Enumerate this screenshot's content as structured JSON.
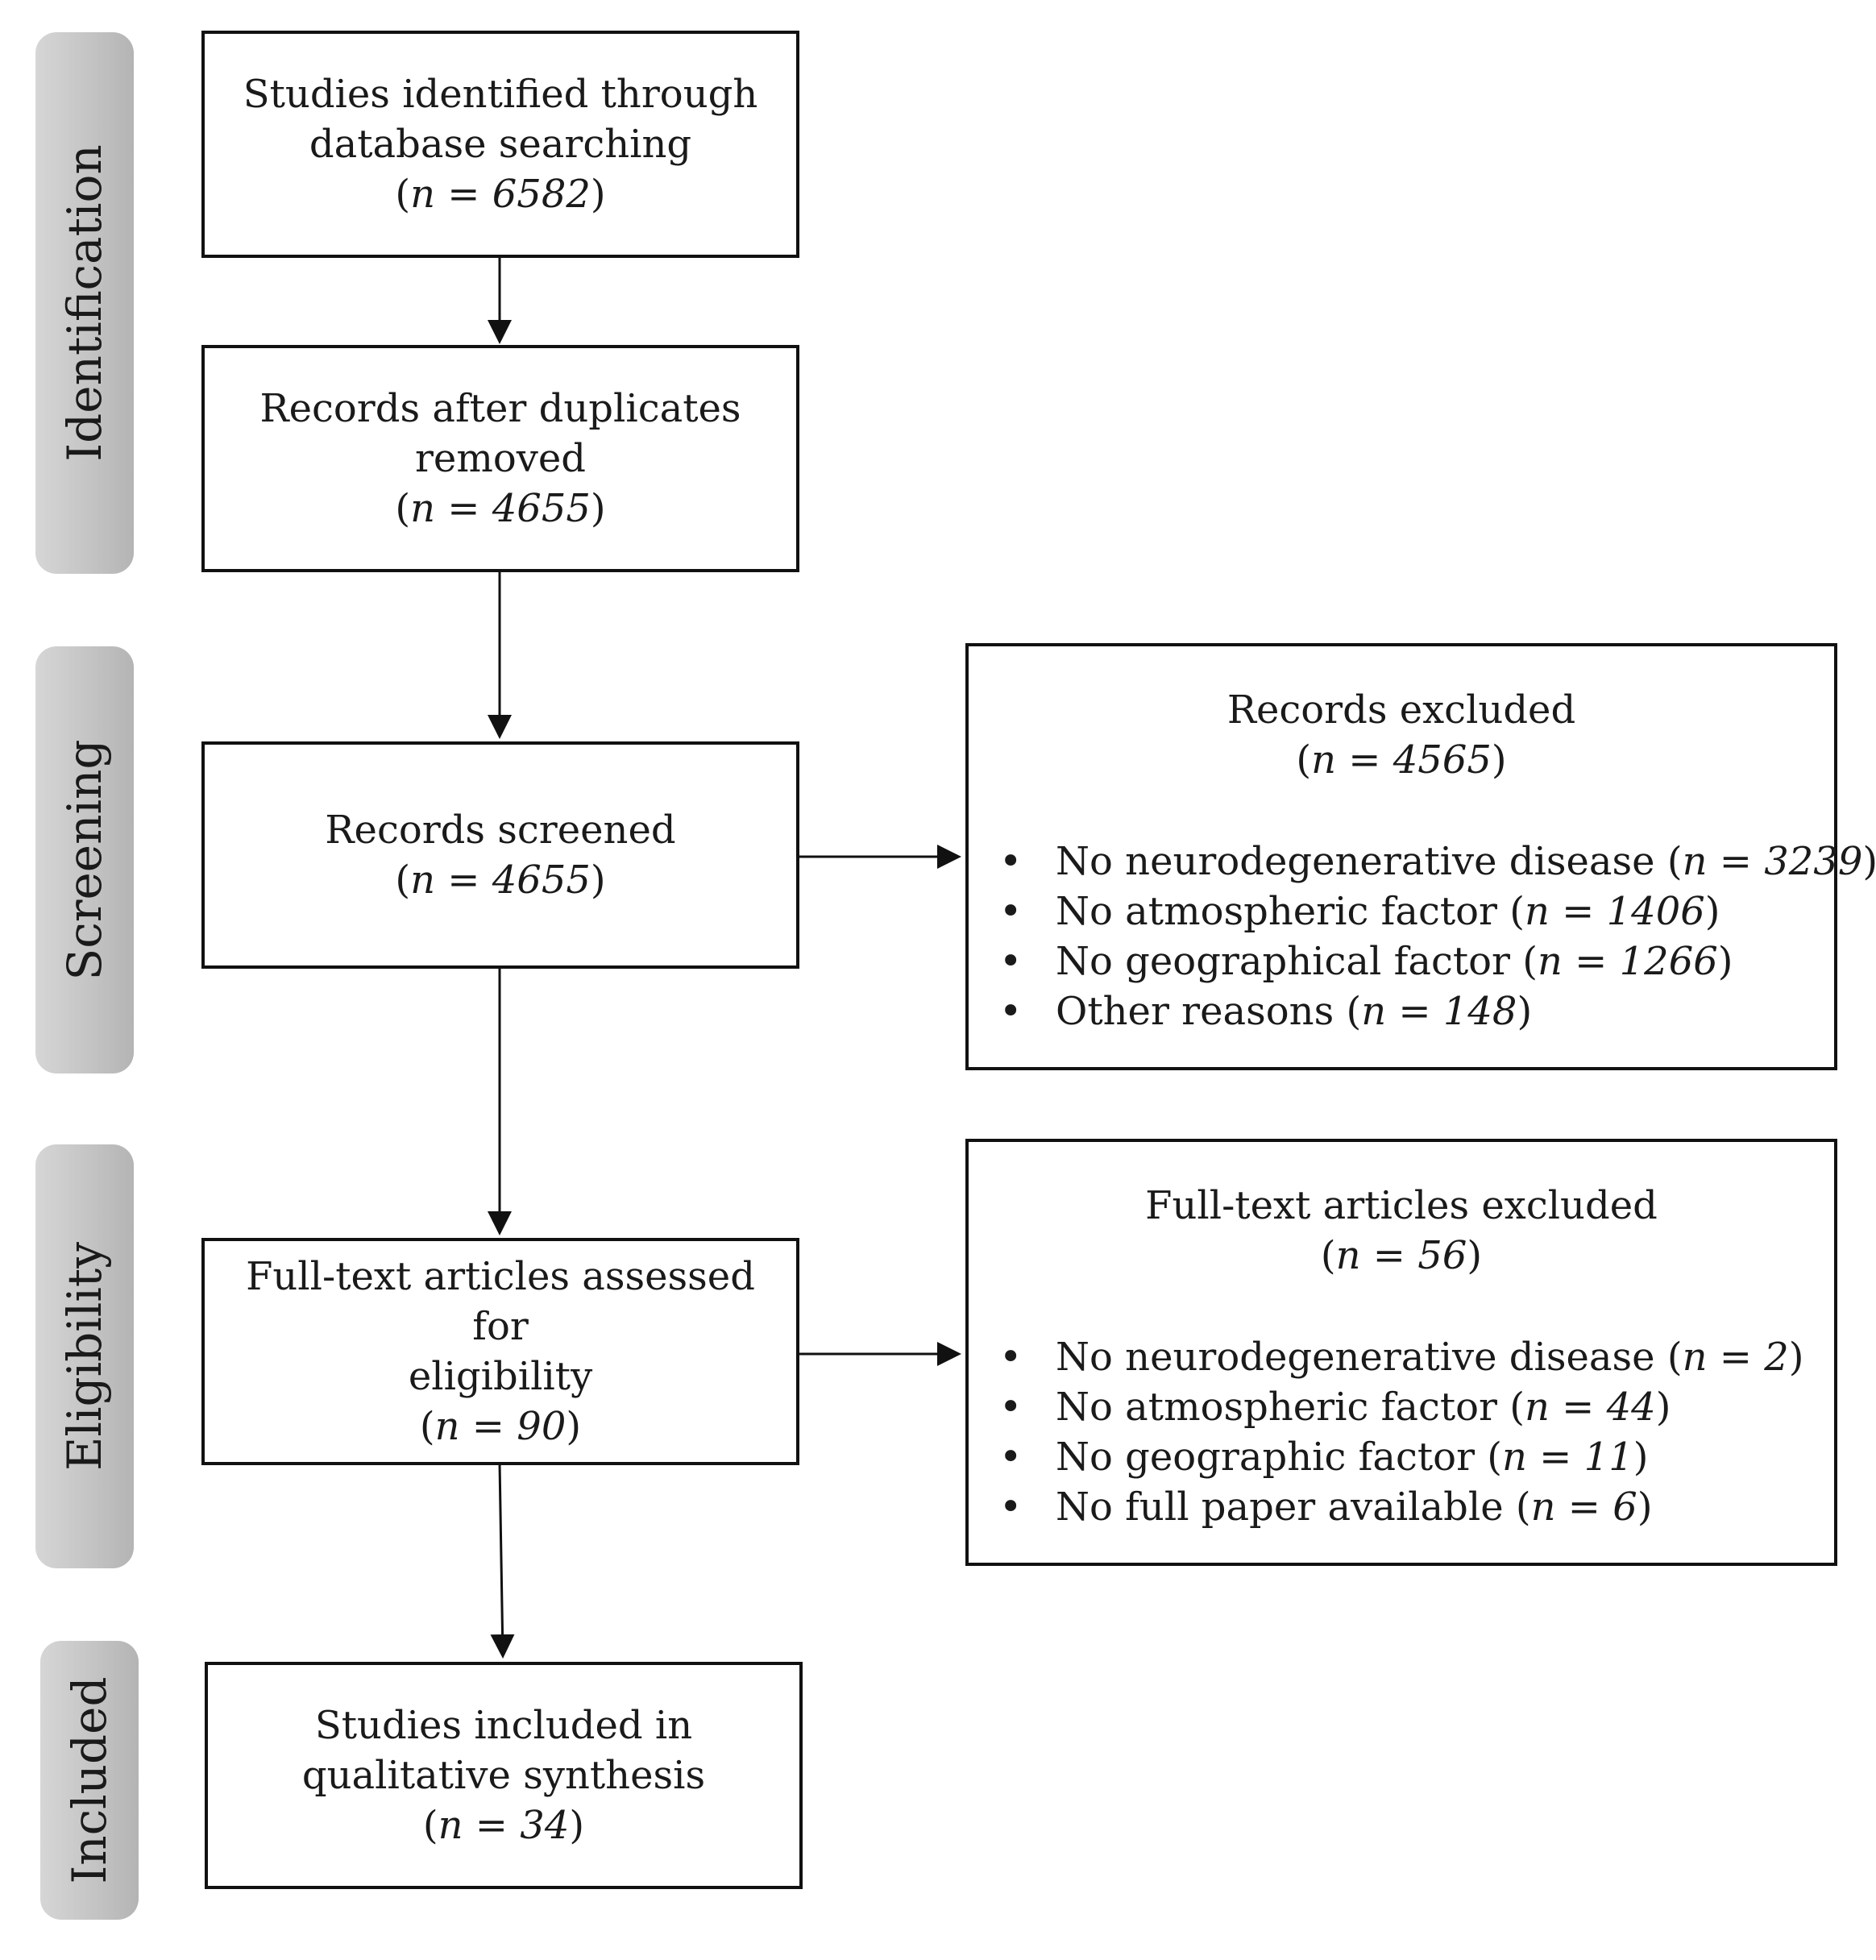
{
  "phases": {
    "identification": "Identification",
    "screening": "Screening",
    "eligibility": "Eligibility",
    "included": "Included"
  },
  "boxes": {
    "identified": {
      "line1": "Studies identified through",
      "line2": "database searching",
      "n_prefix": "(",
      "n": "n = 6582",
      "n_suffix": ")"
    },
    "deduplicated": {
      "line1": "Records after duplicates",
      "line2": "removed",
      "n_prefix": "(",
      "n": "n = 4655",
      "n_suffix": ")"
    },
    "screened": {
      "line1": "Records screened",
      "n_prefix": "(",
      "n": "n = 4655",
      "n_suffix": ")"
    },
    "fulltext": {
      "line1": "Full-text articles assessed for",
      "line2": "eligibility",
      "n_prefix": "(",
      "n": "n = 90",
      "n_suffix": ")"
    },
    "included": {
      "line1": "Studies included in",
      "line2": "qualitative synthesis",
      "n_prefix": "(",
      "n": "n = 34",
      "n_suffix": ")"
    }
  },
  "records_excluded": {
    "title": "Records excluded",
    "n": "n = 4565",
    "items": [
      {
        "text": "No neurodegenerative disease (",
        "n": "n = 3239",
        "close": ")"
      },
      {
        "text": "No atmospheric factor (",
        "n": "n = 1406",
        "close": ")"
      },
      {
        "text": "No geographical factor (",
        "n": "n = 1266",
        "close": ")"
      },
      {
        "text": "Other reasons (",
        "n": "n = 148",
        "close": ")"
      }
    ]
  },
  "fulltext_excluded": {
    "title": "Full-text articles excluded",
    "n": "n = 56",
    "items": [
      {
        "text": "No neurodegenerative disease (",
        "n": "n = 2",
        "close": ")"
      },
      {
        "text": "No atmospheric factor (",
        "n": "n = 44",
        "close": ")"
      },
      {
        "text": "No geographic factor (",
        "n": "n = 11",
        "close": ")"
      },
      {
        "text": "No full paper available (",
        "n": "n = 6",
        "close": ")"
      }
    ]
  }
}
